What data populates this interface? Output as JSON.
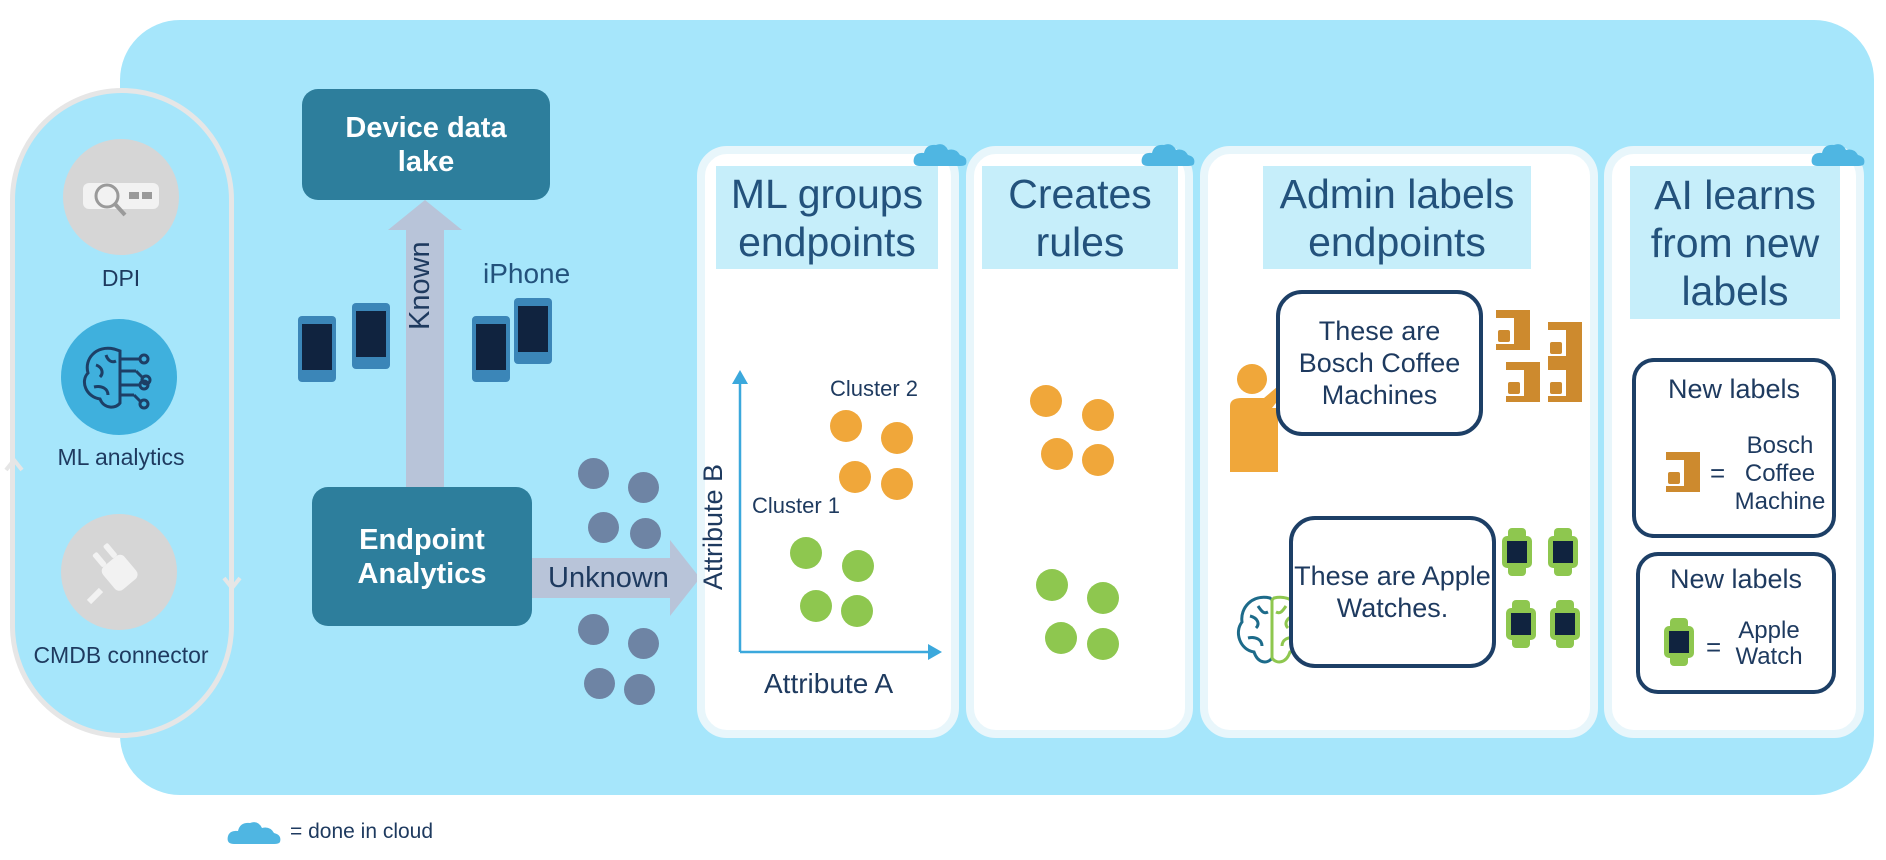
{
  "sources": {
    "dpi": "DPI",
    "ml": "ML analytics",
    "cmdb": "CMDB connector"
  },
  "device_lake": "Device data lake",
  "endpoint_analytics": "Endpoint Analytics",
  "arrows": {
    "known": "Known",
    "unknown": "Unknown",
    "iphone": "iPhone"
  },
  "cards": {
    "ml_groups": {
      "title": "ML groups endpoints",
      "cluster1": "Cluster 1",
      "cluster2": "Cluster 2",
      "axis_x": "Attribute A",
      "axis_y": "Attribute B"
    },
    "rules": {
      "title": "Creates rules"
    },
    "admin": {
      "title": "Admin labels endpoints",
      "bubble1": "These are Bosch Coffee Machines",
      "bubble2": "These are Apple Watches."
    },
    "ai": {
      "title": "AI learns from new labels",
      "box1_title": "New labels",
      "box1_eq": "=",
      "box1_label": "Bosch Coffee Machine",
      "box2_title": "New labels",
      "box2_eq": "=",
      "box2_label": "Apple Watch"
    }
  },
  "legend": "= done in cloud",
  "colors": {
    "panel": "#a6e6fb",
    "teal": "#2d7e9c",
    "orange": "#f0a73a",
    "green": "#8ec74f",
    "slate": "#6e84a4",
    "navy": "#1d3f66",
    "cloud": "#4fb6e2"
  }
}
